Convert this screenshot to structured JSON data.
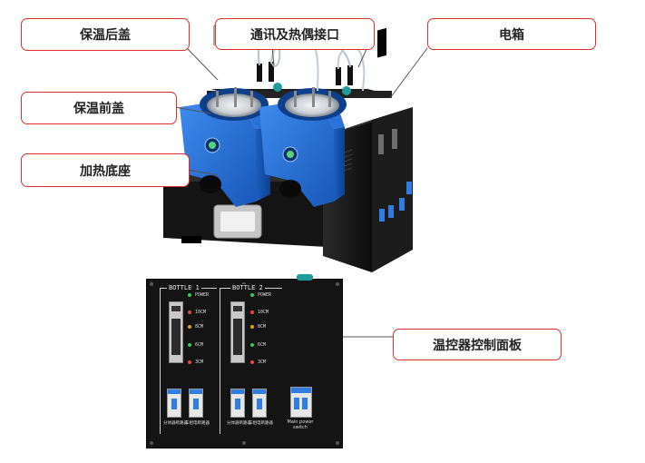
{
  "callouts": {
    "rear_lid": "保温后盖",
    "comm_port": "通讯及热偶接口",
    "electric_box": "电箱",
    "front_lid": "保温前盖",
    "heating_base": "加热底座",
    "controller_panel": "温控器控制面板"
  },
  "panel": {
    "bottle1": {
      "title": "BOTTLE 1",
      "leds": [
        {
          "label": "POWER",
          "color": "#3cc85a"
        },
        {
          "label": "10CM",
          "color": "#e24a3a"
        },
        {
          "label": "8CM",
          "color": "#e0a020"
        },
        {
          "label": "6CM",
          "color": "#3cc85a"
        },
        {
          "label": "3CM",
          "color": "#e24a3a"
        }
      ],
      "breakers": [
        "分体器断路器",
        "三相电断路器"
      ]
    },
    "bottle2": {
      "title": "BOTTLE 2",
      "leds": [
        {
          "label": "POWER",
          "color": "#3cc85a"
        },
        {
          "label": "10CM",
          "color": "#e24a3a"
        },
        {
          "label": "8CM",
          "color": "#e0a020"
        },
        {
          "label": "6CM",
          "color": "#3cc85a"
        },
        {
          "label": "3CM",
          "color": "#e24a3a"
        }
      ],
      "breakers": [
        "分体器断路器",
        "三相电断路器"
      ]
    },
    "main_switch": {
      "line1": "Main power",
      "line2": "switch"
    }
  },
  "colors": {
    "accent_red": "#e0302a",
    "device_blue": "#1e6fd6",
    "panel_black": "#141414",
    "switch_blue": "#2f7de0"
  }
}
